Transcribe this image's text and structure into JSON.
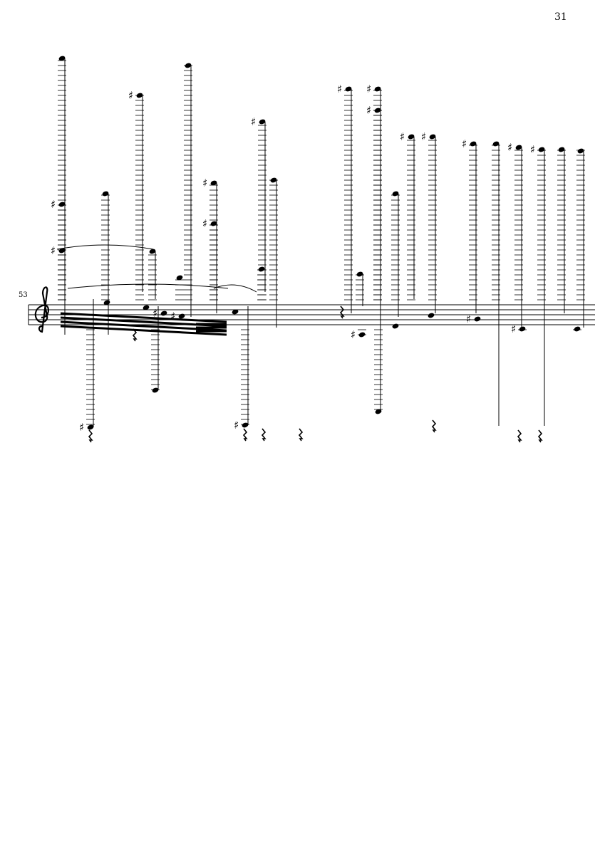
{
  "page": {
    "number": "31"
  },
  "system": {
    "measure_number": "53",
    "clef": "treble"
  },
  "colors": {
    "ink": "#000000",
    "paper": "#ffffff"
  }
}
